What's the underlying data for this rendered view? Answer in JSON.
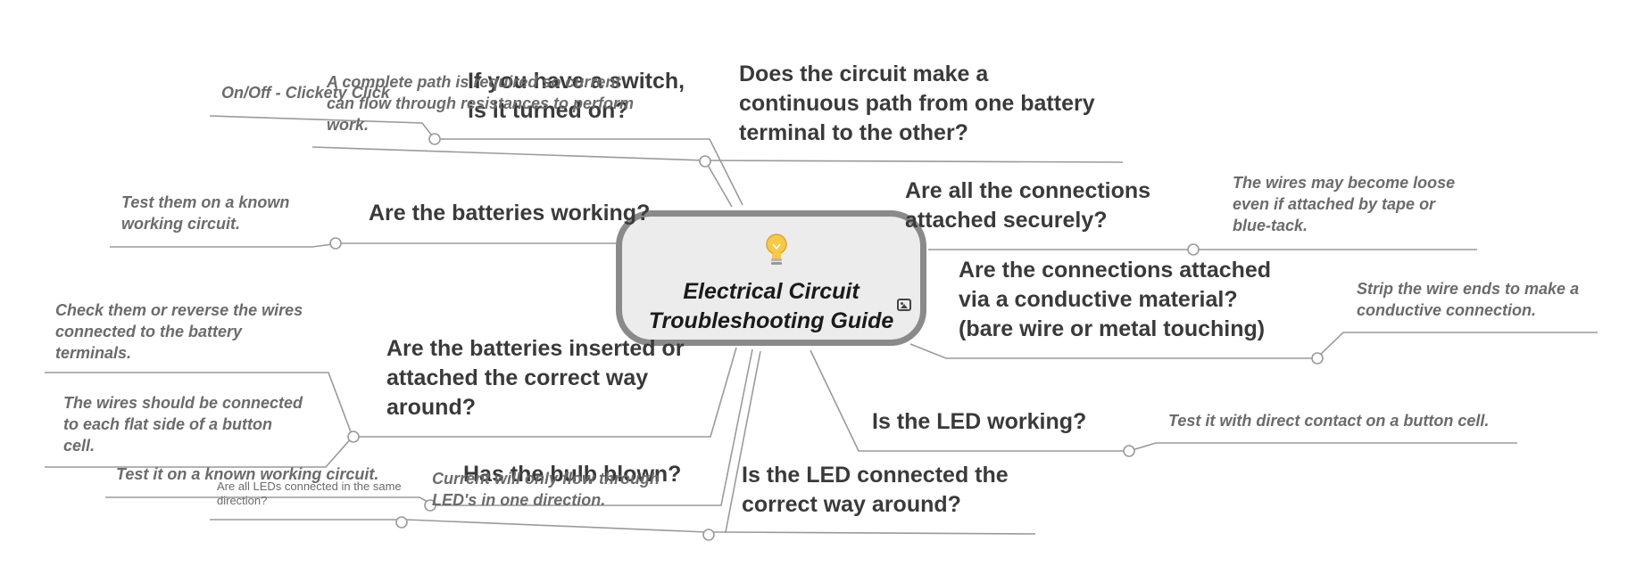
{
  "central": {
    "line1": "Electrical Circuit",
    "line2": "Troubleshooting Guide",
    "icon": "lightbulb-icon",
    "attachment_icon": "image-icon"
  },
  "topics": {
    "switch": [
      "If you have a switch,",
      "is it turned on?"
    ],
    "continuous_path": [
      "Does the circuit make a",
      "continuous path from one battery",
      "terminal to the other?"
    ],
    "batteries_working": [
      "Are the batteries working?"
    ],
    "batteries_inserted": [
      "Are the batteries inserted or",
      "attached the correct way",
      "around?"
    ],
    "bulb_blown": [
      "Has the bulb blown?"
    ],
    "led_direction": [
      "Is the LED connected the",
      "correct way around?"
    ],
    "connections_secure": [
      "Are all the connections",
      "attached securely?"
    ],
    "conductive": [
      "Are the connections attached",
      "via a conductive material?",
      "(bare wire or metal touching)"
    ],
    "led_working": [
      "Is the LED working?"
    ]
  },
  "notes": {
    "onoff": [
      "On/Off - Clickety Click"
    ],
    "complete_path": [
      "A complete path is required so current",
      "can flow through resistances to perform",
      "work."
    ],
    "test_batteries": [
      "Test them on a known",
      "working circuit."
    ],
    "check_reverse": [
      "Check them or reverse the wires",
      "connected to the battery",
      "terminals."
    ],
    "button_cell": [
      "The wires should be connected",
      "to each flat side of a button",
      "cell."
    ],
    "test_known": [
      "Test it on a known working circuit."
    ],
    "current_led": [
      "Current will only flow through",
      "LED's in one direction."
    ],
    "loose_wires": [
      "The wires may become loose",
      "even if attached by tape or",
      "blue-tack."
    ],
    "strip_ends": [
      "Strip the wire ends to make a",
      "conductive connection."
    ],
    "direct_contact": [
      "Test it with direct contact on a button cell."
    ],
    "same_direction": [
      "Are all LEDs connected in the same",
      "direction?"
    ]
  },
  "colors": {
    "line": "#9a9a9a",
    "topic_text": "#3a3a3a",
    "note_text": "#6b6b6b",
    "central_fill": "#ececec",
    "central_border": "#8a8a8a"
  }
}
